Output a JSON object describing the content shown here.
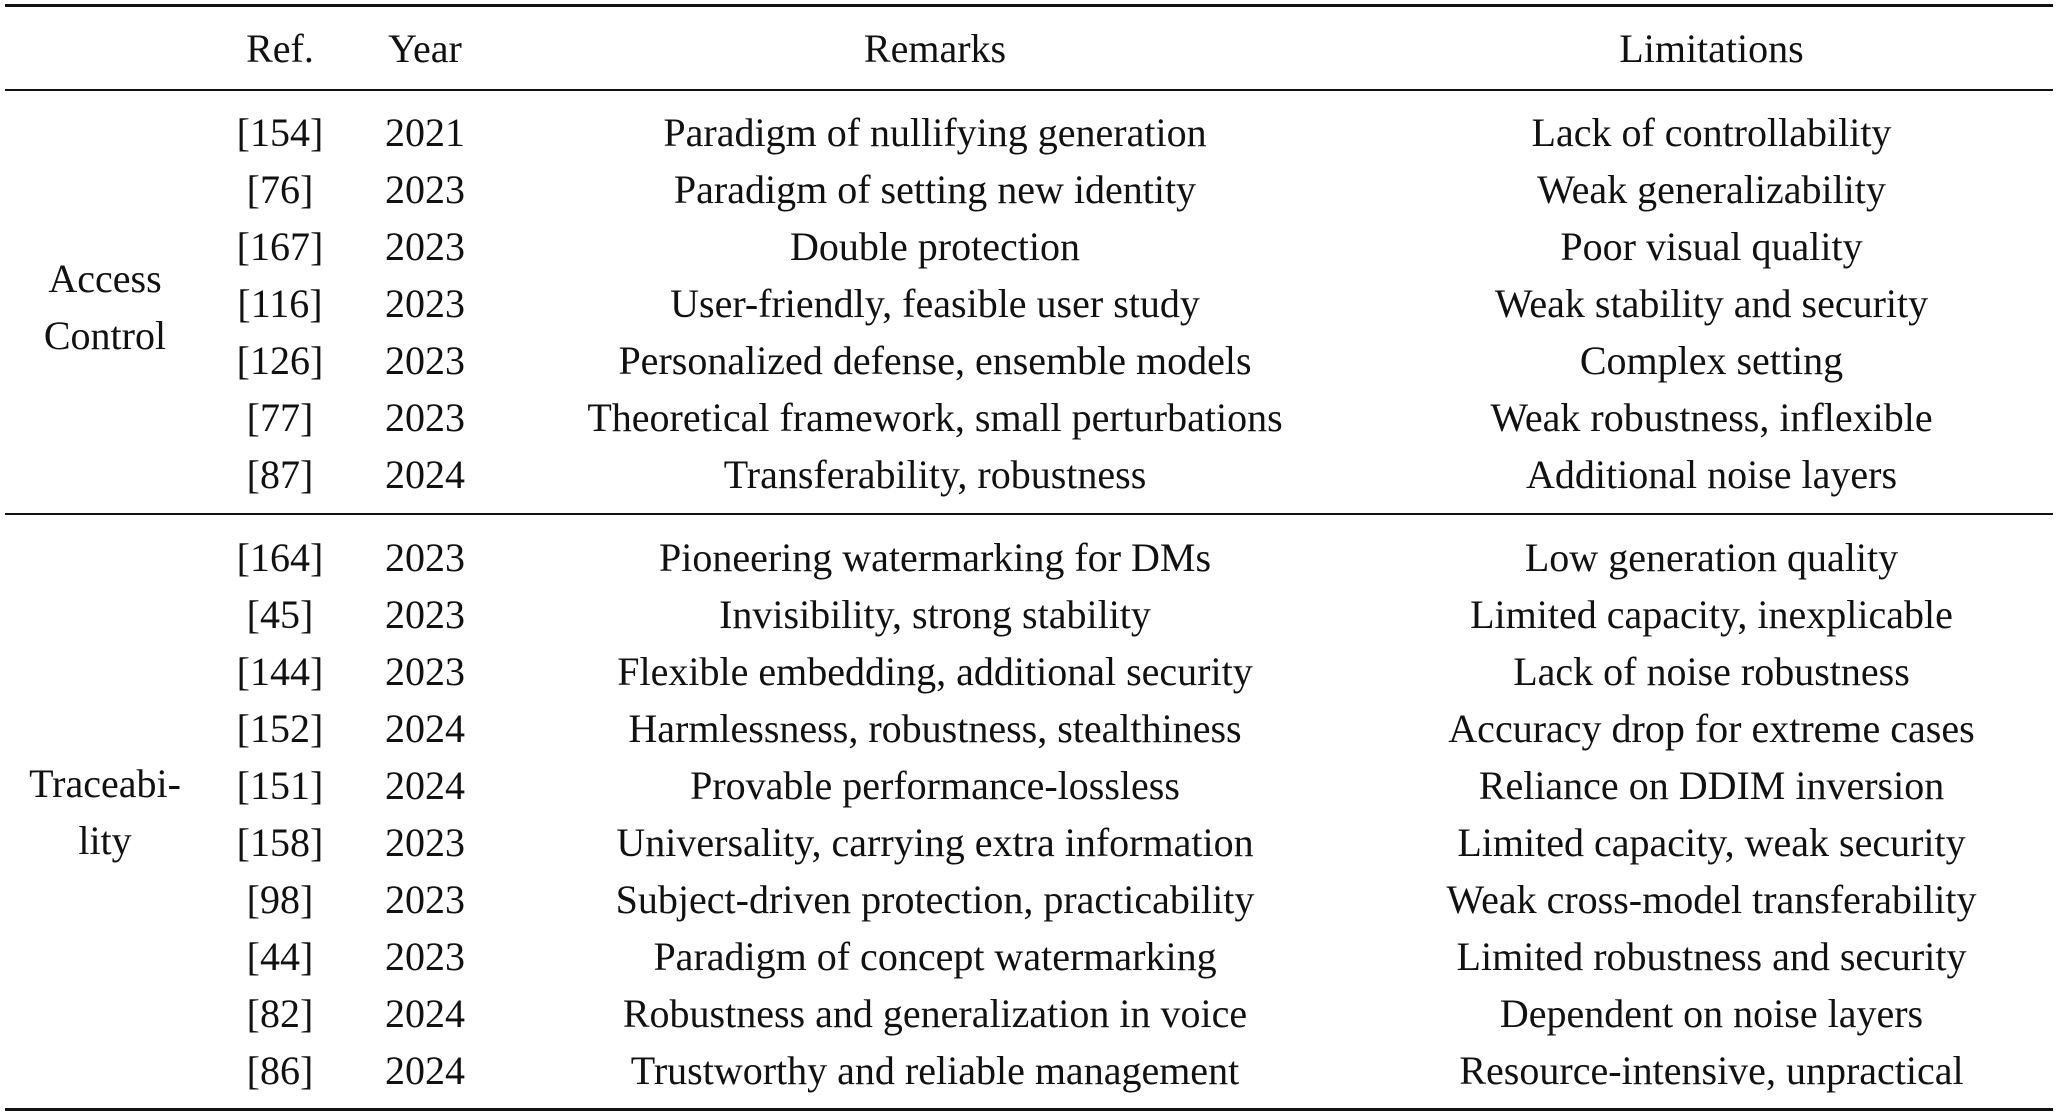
{
  "headers": {
    "ref": "Ref.",
    "year": "Year",
    "remarks": "Remarks",
    "limitations": "Limitations"
  },
  "groups": [
    {
      "label_lines": [
        "Access",
        "Control"
      ],
      "rows": [
        {
          "ref": "[154]",
          "year": "2021",
          "remarks": "Paradigm of nullifying generation",
          "limitations": "Lack of controllability"
        },
        {
          "ref": "[76]",
          "year": "2023",
          "remarks": "Paradigm of setting new identity",
          "limitations": "Weak generalizability"
        },
        {
          "ref": "[167]",
          "year": "2023",
          "remarks": "Double protection",
          "limitations": "Poor visual quality"
        },
        {
          "ref": "[116]",
          "year": "2023",
          "remarks": "User-friendly, feasible user study",
          "limitations": "Weak stability and security"
        },
        {
          "ref": "[126]",
          "year": "2023",
          "remarks": "Personalized defense, ensemble models",
          "limitations": "Complex setting"
        },
        {
          "ref": "[77]",
          "year": "2023",
          "remarks": "Theoretical framework, small perturbations",
          "limitations": "Weak robustness, inflexible"
        },
        {
          "ref": "[87]",
          "year": "2024",
          "remarks": "Transferability, robustness",
          "limitations": "Additional noise layers"
        }
      ]
    },
    {
      "label_lines": [
        "Traceabi-",
        "lity"
      ],
      "rows": [
        {
          "ref": "[164]",
          "year": "2023",
          "remarks": "Pioneering watermarking for DMs",
          "limitations": "Low generation quality"
        },
        {
          "ref": "[45]",
          "year": "2023",
          "remarks": "Invisibility, strong stability",
          "limitations": "Limited capacity, inexplicable"
        },
        {
          "ref": "[144]",
          "year": "2023",
          "remarks": "Flexible embedding, additional security",
          "limitations": "Lack of noise robustness"
        },
        {
          "ref": "[152]",
          "year": "2024",
          "remarks": "Harmlessness, robustness, stealthiness",
          "limitations": "Accuracy drop for extreme cases"
        },
        {
          "ref": "[151]",
          "year": "2024",
          "remarks": "Provable performance-lossless",
          "limitations": "Reliance on DDIM inversion"
        },
        {
          "ref": "[158]",
          "year": "2023",
          "remarks": "Universality, carrying extra information",
          "limitations": "Limited capacity, weak security"
        },
        {
          "ref": "[98]",
          "year": "2023",
          "remarks": "Subject-driven protection, practicability",
          "limitations": "Weak cross-model transferability"
        },
        {
          "ref": "[44]",
          "year": "2023",
          "remarks": "Paradigm of concept watermarking",
          "limitations": "Limited robustness and security"
        },
        {
          "ref": "[82]",
          "year": "2024",
          "remarks": "Robustness and generalization in voice",
          "limitations": "Dependent on noise layers"
        },
        {
          "ref": "[86]",
          "year": "2024",
          "remarks": "Trustworthy and reliable management",
          "limitations": "Resource-intensive, unpractical"
        }
      ]
    }
  ]
}
